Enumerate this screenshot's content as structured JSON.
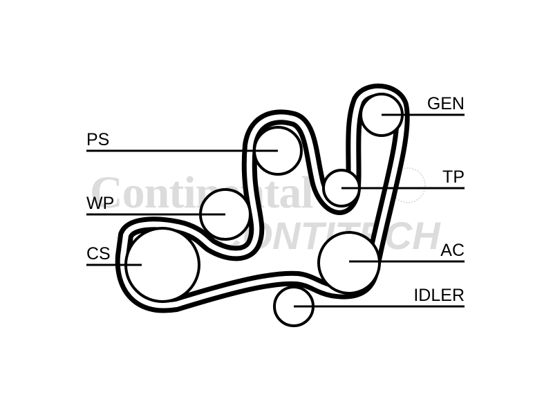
{
  "watermark": {
    "brand": "Continental",
    "product": "CONTITECH"
  },
  "labels": {
    "gen": "GEN",
    "ps": "PS",
    "tp": "TP",
    "wp": "WP",
    "ac": "AC",
    "cs": "CS",
    "idler": "IDLER"
  }
}
